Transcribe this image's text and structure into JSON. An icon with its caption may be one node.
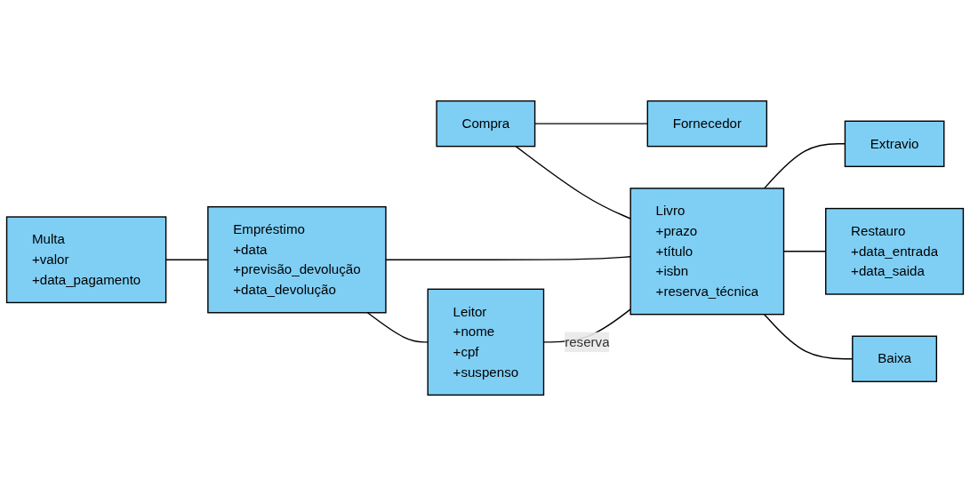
{
  "diagram": {
    "nodes": [
      {
        "text": [
          "Multa",
          "+valor",
          "+data_pagamento"
        ]
      },
      {
        "text": [
          "Empréstimo",
          "+data",
          "+previsão_devolução",
          "+data_devolução"
        ]
      },
      {
        "text": [
          "Compra"
        ]
      },
      {
        "text": [
          "Fornecedor"
        ]
      },
      {
        "text": [
          "Leitor",
          "+nome",
          "+cpf",
          "+suspenso"
        ]
      },
      {
        "text": [
          "Livro",
          "+prazo",
          "+título",
          "+isbn",
          "+reserva_técnica"
        ]
      },
      {
        "text": [
          "Extravio"
        ]
      },
      {
        "text": [
          "Restauro",
          "+data_entrada",
          "+data_saida"
        ]
      },
      {
        "text": [
          "Baixa"
        ]
      }
    ],
    "edges": [
      {
        "from": 0,
        "to": 1,
        "arrow": "none"
      },
      {
        "from": 2,
        "to": 3,
        "arrow": "none"
      },
      {
        "from": 1,
        "to": 5,
        "arrow": "none"
      },
      {
        "from": 1,
        "to": 4,
        "arrow": "none"
      },
      {
        "from": 2,
        "to": 5,
        "arrow": "none"
      },
      {
        "from": 4,
        "to": 5,
        "arrow": "none",
        "label": "reserva"
      },
      {
        "from": 5,
        "to": 6,
        "arrow": "none"
      },
      {
        "from": 5,
        "to": 7,
        "arrow": "none"
      },
      {
        "from": 5,
        "to": 8,
        "arrow": "none"
      }
    ]
  }
}
